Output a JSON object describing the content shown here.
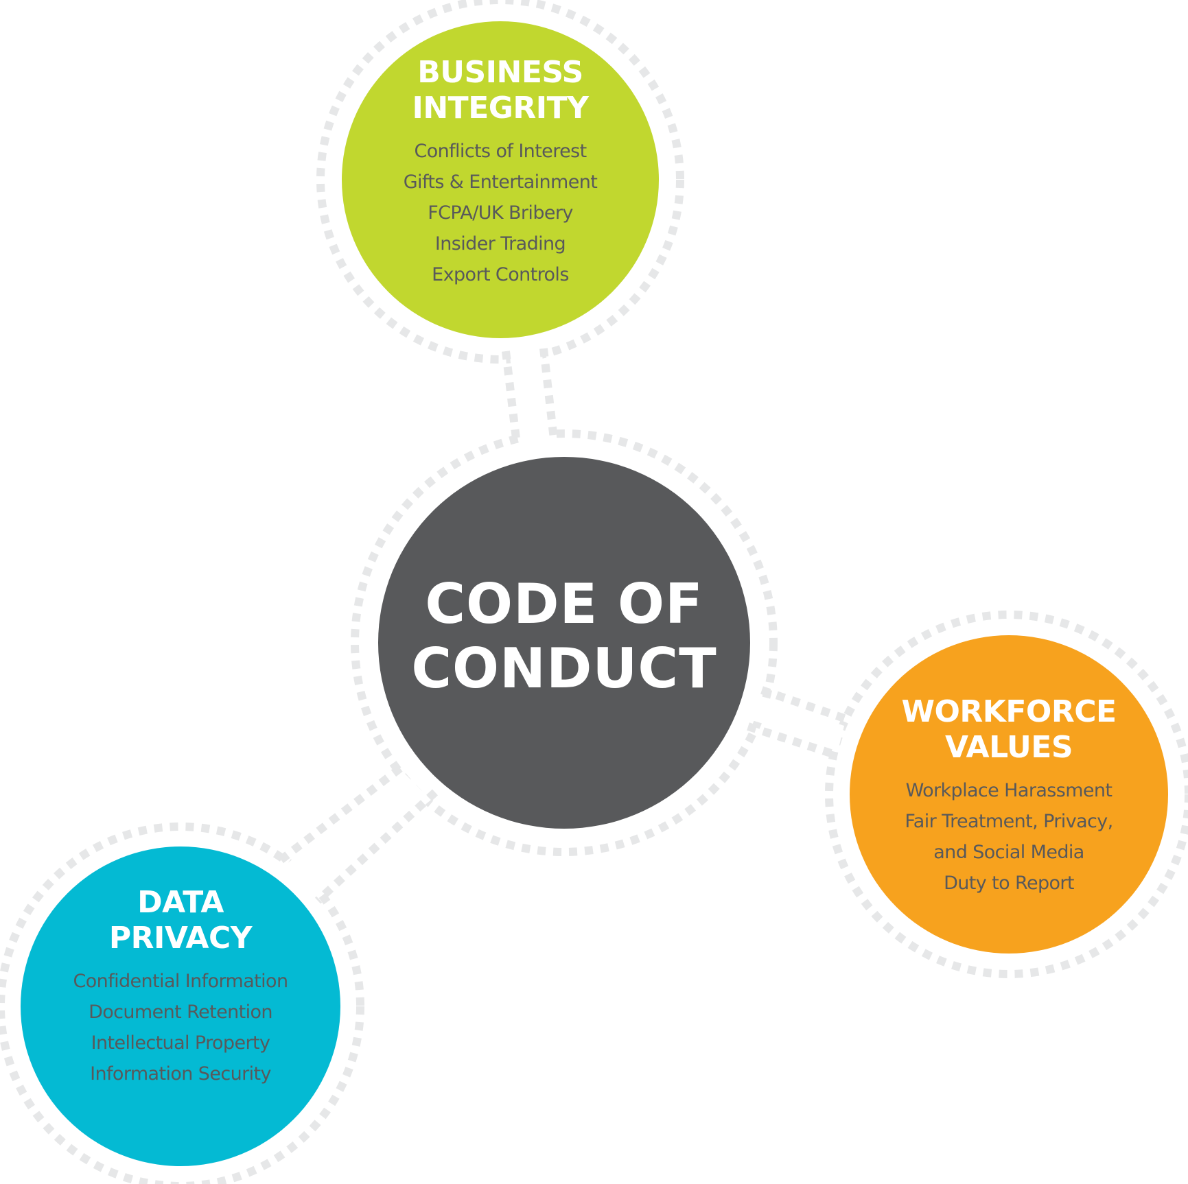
{
  "diagram": {
    "type": "hub-and-spoke",
    "center": {
      "title_lines": [
        "CODE OF",
        "CONDUCT"
      ],
      "color": "#58595B"
    },
    "nodes": [
      {
        "id": "business-integrity",
        "title_lines": [
          "BUSINESS",
          "INTEGRITY"
        ],
        "color": "#C1D72F",
        "items": [
          "Conflicts of Interest",
          "Gifts & Entertainment",
          "FCPA/UK Bribery",
          "Insider Trading",
          "Export Controls"
        ]
      },
      {
        "id": "workforce-values",
        "title_lines": [
          "WORKFORCE",
          "VALUES"
        ],
        "color": "#F7A21E",
        "items": [
          "Workplace Harassment",
          "Fair Treatment, Privacy,",
          "and Social Media",
          "Duty to Report"
        ]
      },
      {
        "id": "data-privacy",
        "title_lines": [
          "DATA",
          "PRIVACY"
        ],
        "color": "#04BAD3",
        "items": [
          "Confidential Information",
          "Document Retention",
          "Intellectual Property",
          "Information Security"
        ]
      }
    ],
    "connector_color": "#E6E7E8",
    "text_color": "#58595B"
  }
}
